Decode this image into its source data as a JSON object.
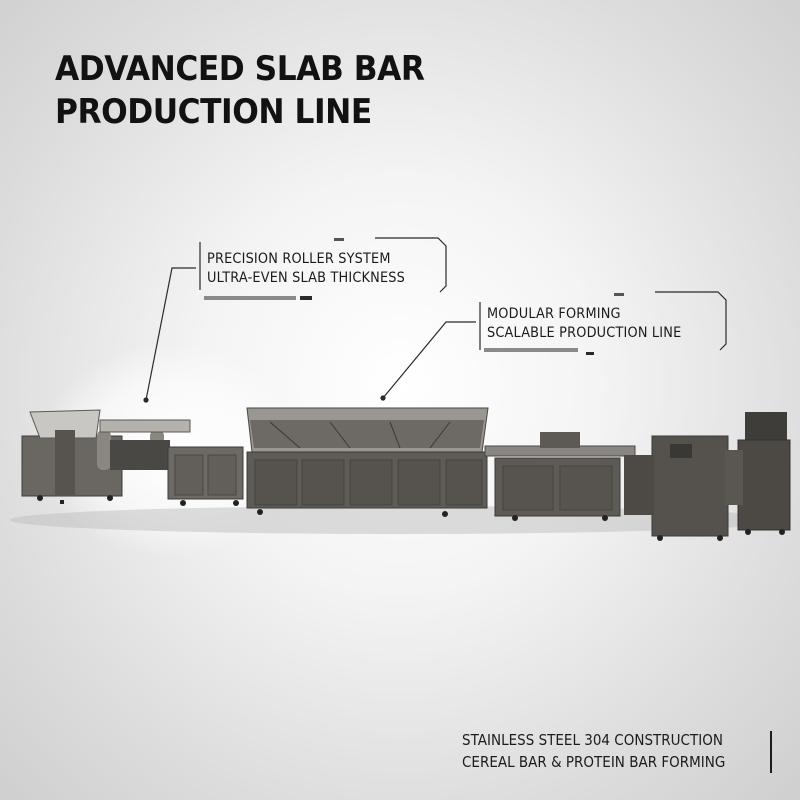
{
  "headline": {
    "line1": "ADVANCED SLAB BAR",
    "line2": "PRODUCTION LINE"
  },
  "callouts": [
    {
      "line1": "PRECISION ROLLER SYSTEM",
      "line2": "ULTRA-EVEN SLAB THICKNESS"
    },
    {
      "line1": "MODULAR FORMING",
      "line2": "SCALABLE PRODUCTION LINE"
    }
  ],
  "footer": {
    "line1": "STAINLESS STEEL 304 CONSTRUCTION",
    "line2": "CEREAL BAR & PROTEIN BAR FORMING"
  },
  "colors": {
    "text": "#121212",
    "machine_body": "#5a5753",
    "machine_dark": "#3b3936",
    "callout_line": "#2a2a2a"
  },
  "icons": [
    "production-line-machine-image"
  ]
}
